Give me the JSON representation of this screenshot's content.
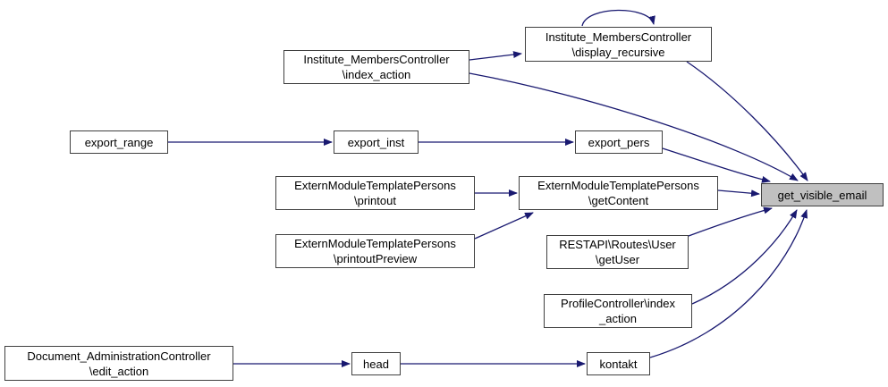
{
  "graph": {
    "type": "doxygen-caller-graph",
    "background_color": "#ffffff",
    "edge_color": "#191970",
    "node_border_color": "#404040",
    "node_fill_color": "#ffffff",
    "highlight_node_fill_color": "#c0c0c0",
    "text_color": "#000000",
    "nodes": [
      {
        "id": "institute_members_display_recursive",
        "label": "Institute_MembersController\n\\display_recursive"
      },
      {
        "id": "institute_members_index_action",
        "label": "Institute_MembersController\n\\index_action"
      },
      {
        "id": "export_range",
        "label": "export_range"
      },
      {
        "id": "export_inst",
        "label": "export_inst"
      },
      {
        "id": "export_pers",
        "label": "export_pers"
      },
      {
        "id": "extern_module_template_persons_printout",
        "label": "ExternModuleTemplatePersons\n\\printout"
      },
      {
        "id": "extern_module_template_persons_printout_preview",
        "label": "ExternModuleTemplatePersons\n\\printoutPreview"
      },
      {
        "id": "extern_module_template_persons_get_content",
        "label": "ExternModuleTemplatePersons\n\\getContent"
      },
      {
        "id": "restapi_routes_user_get_user",
        "label": "RESTAPI\\Routes\\User\n\\getUser"
      },
      {
        "id": "profile_controller_index_action",
        "label": "ProfileController\\index\n_action"
      },
      {
        "id": "get_visible_email",
        "label": "get_visible_email"
      },
      {
        "id": "document_administration_edit_action",
        "label": "Document_AdministrationController\n\\edit_action"
      },
      {
        "id": "head",
        "label": "head"
      },
      {
        "id": "kontakt",
        "label": "kontakt"
      }
    ],
    "edges": [
      {
        "from": "institute_members_display_recursive",
        "to": "institute_members_display_recursive"
      },
      {
        "from": "institute_members_index_action",
        "to": "institute_members_display_recursive"
      },
      {
        "from": "institute_members_index_action",
        "to": "get_visible_email"
      },
      {
        "from": "institute_members_display_recursive",
        "to": "get_visible_email"
      },
      {
        "from": "export_range",
        "to": "export_inst"
      },
      {
        "from": "export_inst",
        "to": "export_pers"
      },
      {
        "from": "export_pers",
        "to": "get_visible_email"
      },
      {
        "from": "extern_module_template_persons_printout",
        "to": "extern_module_template_persons_get_content"
      },
      {
        "from": "extern_module_template_persons_printout_preview",
        "to": "extern_module_template_persons_get_content"
      },
      {
        "from": "extern_module_template_persons_get_content",
        "to": "get_visible_email"
      },
      {
        "from": "restapi_routes_user_get_user",
        "to": "get_visible_email"
      },
      {
        "from": "profile_controller_index_action",
        "to": "get_visible_email"
      },
      {
        "from": "document_administration_edit_action",
        "to": "head"
      },
      {
        "from": "head",
        "to": "kontakt"
      },
      {
        "from": "kontakt",
        "to": "get_visible_email"
      }
    ]
  }
}
